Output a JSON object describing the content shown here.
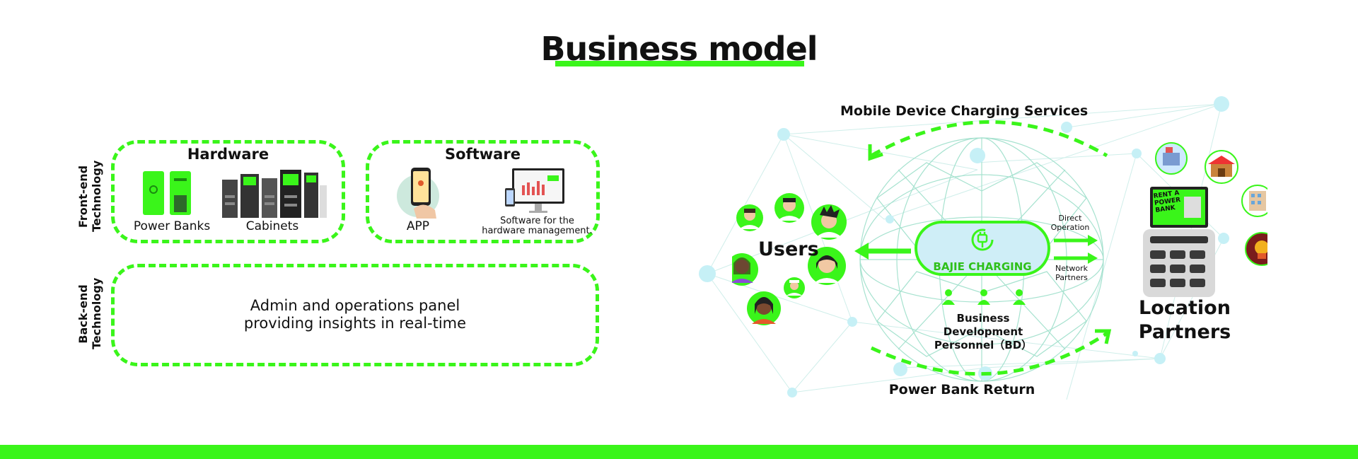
{
  "title": "Business model",
  "colors": {
    "accent": "#3af51a",
    "globe": "#9ee3d0",
    "node": "#c8f0f5",
    "pill_fill": "#cfeef7"
  },
  "left": {
    "front_end_label": [
      "Front-end",
      "Technology"
    ],
    "back_end_label": [
      "Back-end",
      "Technology"
    ],
    "hardware": {
      "title": "Hardware",
      "items": [
        "Power Banks",
        "Cabinets"
      ]
    },
    "software": {
      "title": "Software",
      "app_label": "APP",
      "software_label": [
        "Software for the",
        "hardware management."
      ]
    },
    "backend_text": [
      "Admin and operations panel",
      "providing insights in real-time"
    ]
  },
  "diagram": {
    "top_label": "Mobile Device Charging Services",
    "bottom_label": "Power Bank Return",
    "users_label": "Users",
    "partners_label": [
      "Location",
      "Partners"
    ],
    "direct_operation": [
      "Direct",
      "Operation"
    ],
    "network_partners": [
      "Network",
      "Partners"
    ],
    "brand": "BAJIE CHARGING",
    "bd_label": [
      "Business Development",
      "Personnel（BD）"
    ],
    "kiosk_text": [
      "RENT A",
      "POWER",
      "BANK"
    ],
    "icons": [
      "charging-plug-icon",
      "person-icon",
      "shop-icon",
      "hotel-icon",
      "restaurant-icon",
      "kiosk-icon"
    ]
  }
}
